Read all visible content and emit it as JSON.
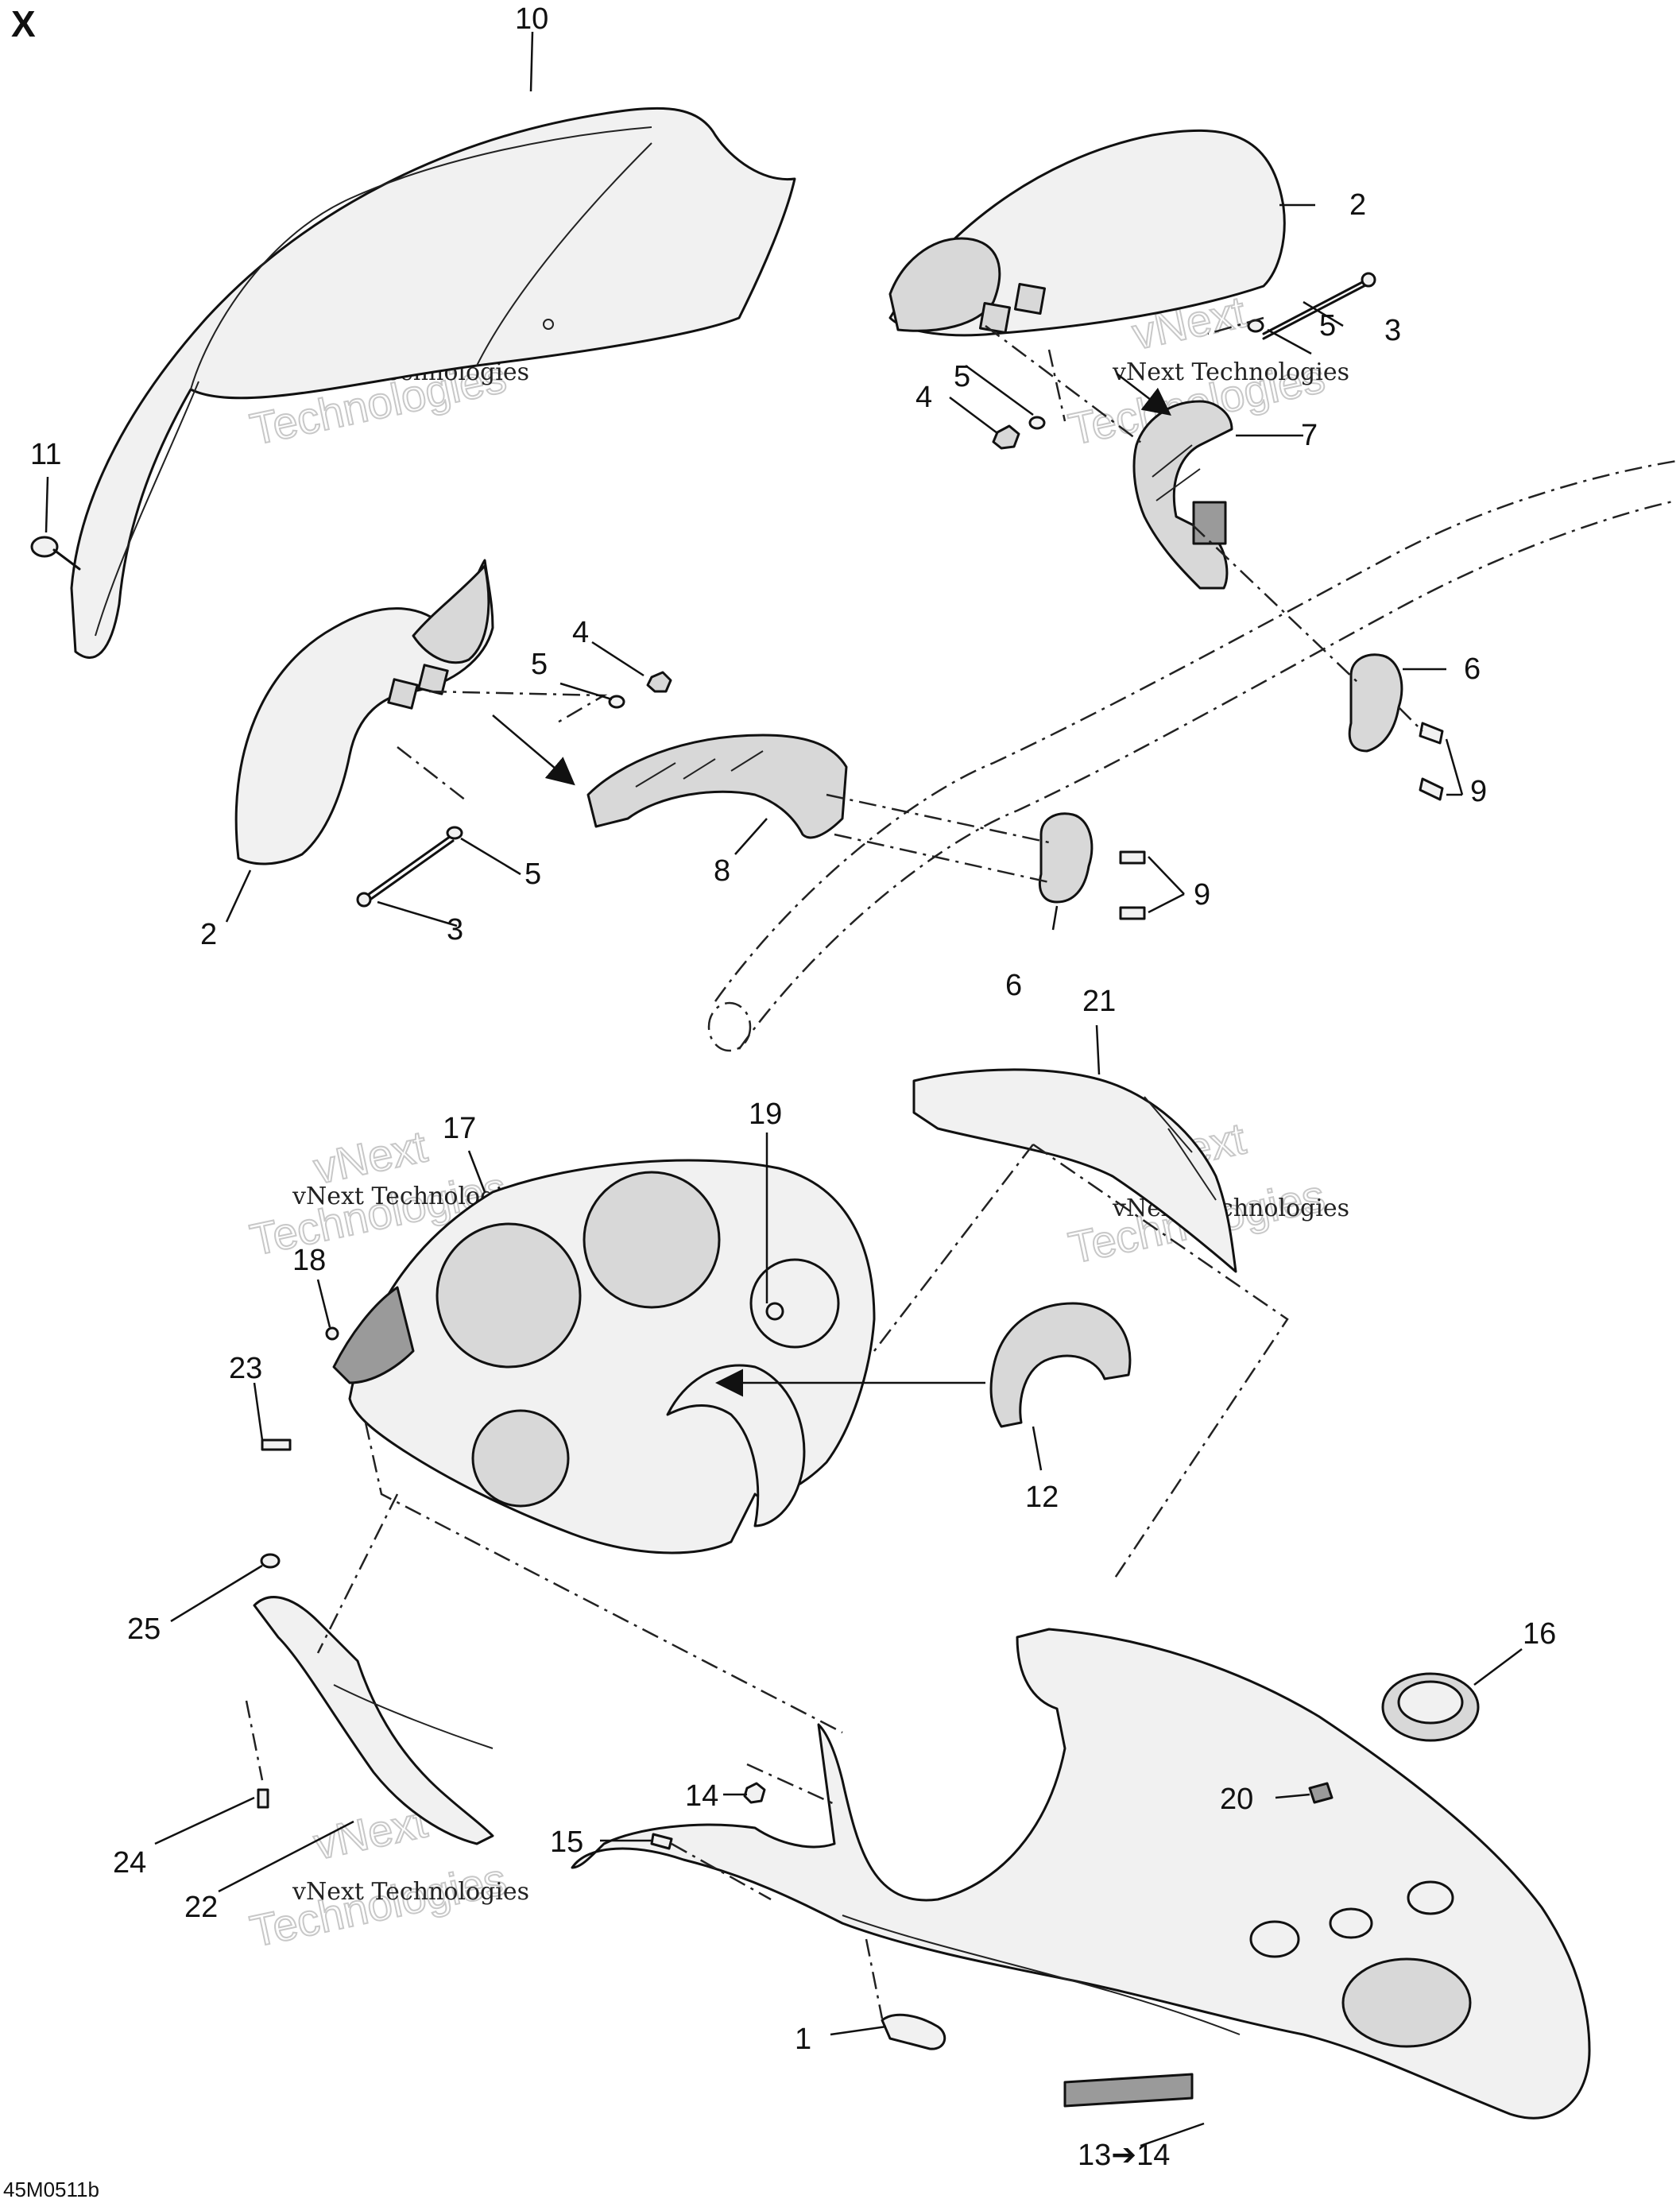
{
  "diagram": {
    "corner_label": "X",
    "drawing_code": "45M0511b",
    "watermark": {
      "line1": "vNext",
      "line2": "Technologies",
      "caption": "vNext Technologies"
    },
    "callouts": [
      "1",
      "2",
      "3",
      "4",
      "5",
      "6",
      "7",
      "8",
      "9",
      "10",
      "11",
      "12",
      "13➔14",
      "14",
      "15",
      "16",
      "17",
      "18",
      "19",
      "20",
      "21",
      "22",
      "23",
      "24",
      "25"
    ]
  }
}
